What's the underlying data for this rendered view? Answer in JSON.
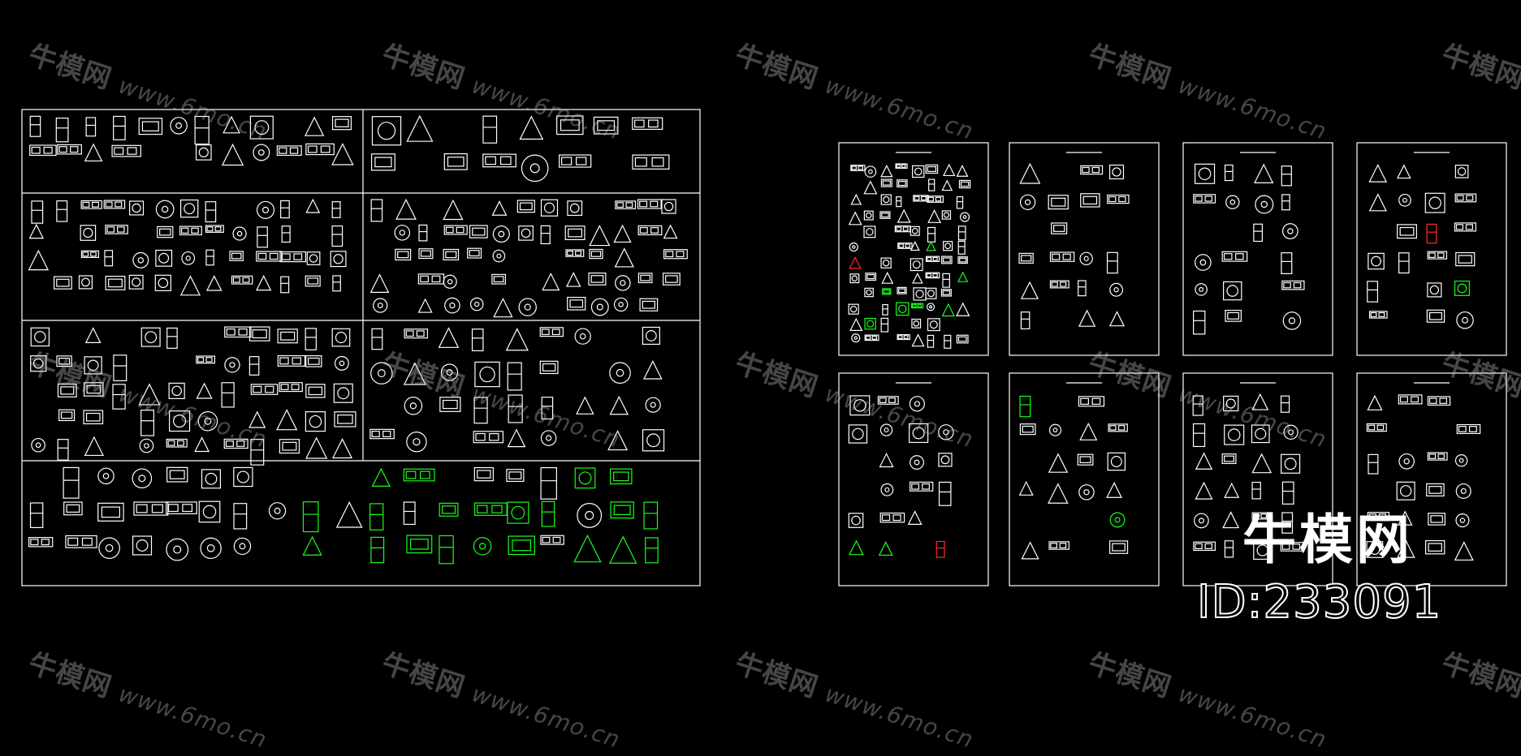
{
  "watermark": {
    "brand": "牛模网",
    "url": "www.6mo.cn"
  },
  "branding": {
    "name": "牛模网",
    "id_label": "ID:233091"
  },
  "colors": {
    "background": "#000000",
    "line": "#ffffff",
    "accent_green": "#19ff19",
    "accent_red": "#ff2a2a",
    "accent_tan": "#c7a07a"
  }
}
